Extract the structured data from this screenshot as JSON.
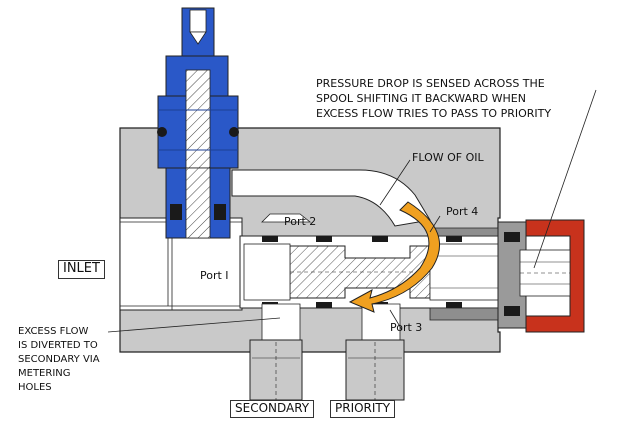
{
  "labels": {
    "inlet": "INLET",
    "secondary": "SECONDARY",
    "priority": "PRIORITY",
    "port1": "Port I",
    "port2": "Port 2",
    "port3": "Port 3",
    "port4": "Port 4",
    "flow_of_oil": "FLOW OF OIL",
    "pressure_note_1": "PRESSURE DROP IS SENSED ACROSS THE",
    "pressure_note_2": "SPOOL SHIFTING IT BACKWARD WHEN",
    "pressure_note_3": "EXCESS FLOW TRIES TO PASS TO PRIORITY",
    "excess_note_1": "EXCESS FLOW",
    "excess_note_2": "IS DIVERTED TO",
    "excess_note_3": "SECONDARY VIA",
    "excess_note_4": "METERING",
    "excess_note_5": "HOLES"
  },
  "colors": {
    "body": "#c9c9c9",
    "body_dark": "#a9a9a9",
    "blue_cap": "#2a58c8",
    "blue_dark": "#1c3f95",
    "red_cap": "#c8321c",
    "arrow": "#f0a020",
    "seal": "#1a1a1a",
    "hatch": "#555555",
    "outline": "#222222"
  },
  "icons": {
    "flow_arrow": "curved-arrow-icon"
  }
}
